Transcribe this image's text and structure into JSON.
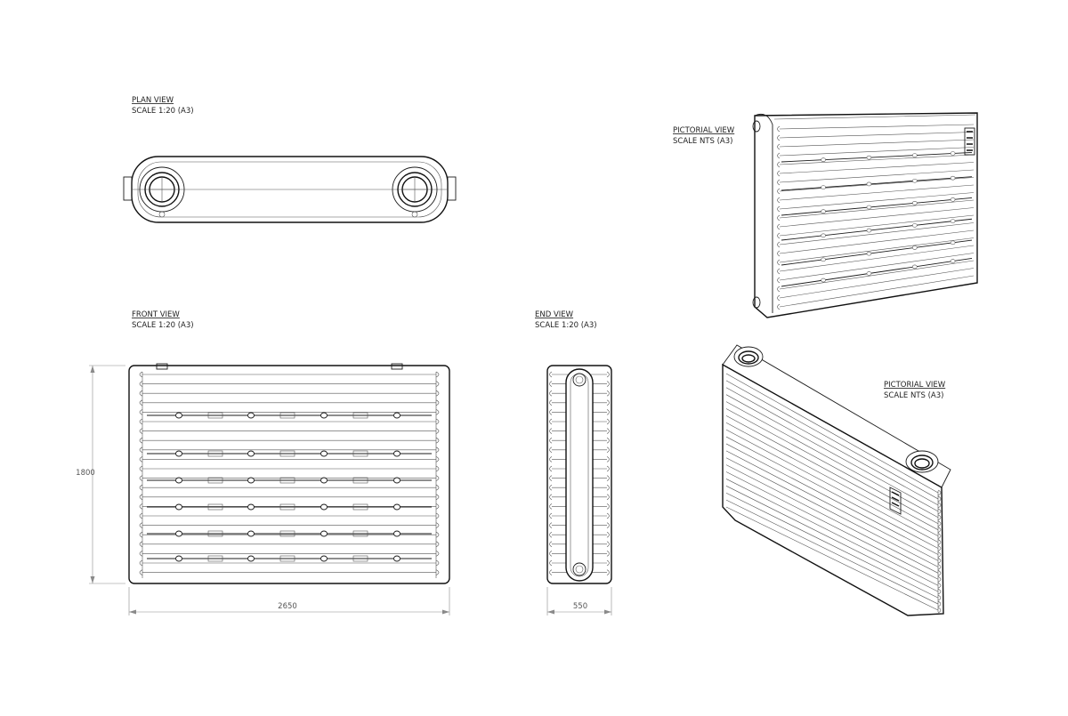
{
  "views": {
    "plan": {
      "title": "PLAN VIEW",
      "scale": "SCALE 1:20 (A3)"
    },
    "front": {
      "title": "FRONT VIEW",
      "scale": "SCALE 1:20 (A3)"
    },
    "end": {
      "title": "END VIEW",
      "scale": "SCALE 1:20 (A3)"
    },
    "pictorial_top": {
      "title": "PICTORIAL VIEW",
      "scale": "SCALE NTS (A3)"
    },
    "pictorial_bottom": {
      "title": "PICTORIAL VIEW",
      "scale": "SCALE NTS (A3)"
    }
  },
  "dimensions": {
    "height": "1800",
    "length": "2650",
    "width": "550"
  },
  "colors": {
    "linework": "#1c1c1c",
    "dimension": "#8a8a8a"
  }
}
